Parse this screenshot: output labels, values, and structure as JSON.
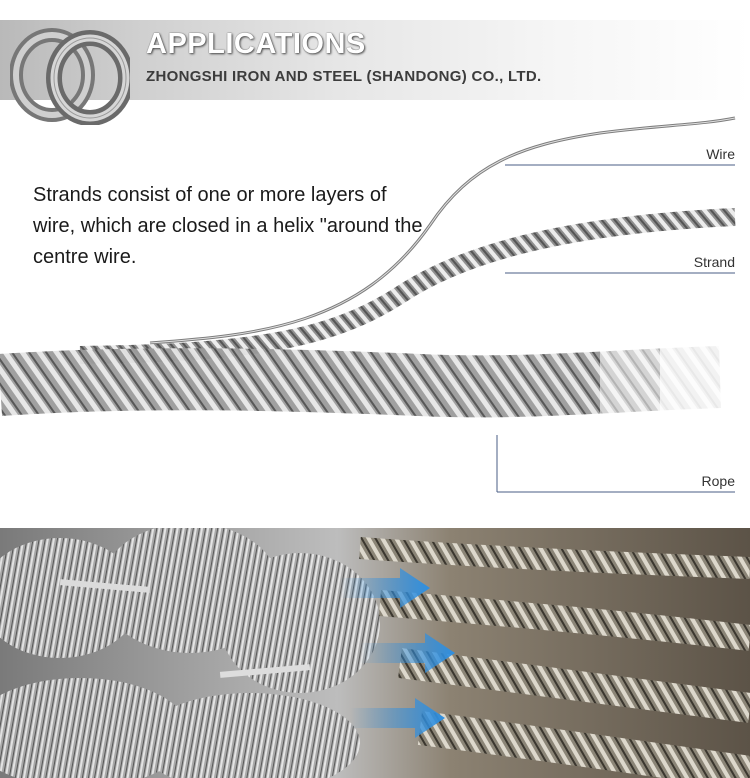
{
  "banner": {
    "title": "APPLICATIONS",
    "subtitle": "ZHONGSHI IRON AND STEEL (SHANDONG) CO., LTD.",
    "logo_icon": "wire-coil-icon"
  },
  "diagram": {
    "description": "Strands consist of one or more layers of wire, which are closed in a helix \"around the centre wire.",
    "labels": {
      "wire": "Wire",
      "strand": "Strand",
      "rope": "Rope"
    }
  },
  "photo": {
    "arrow_color": "#2f8fe0",
    "content": "galvanized-wire-coils-to-wire-rope"
  }
}
